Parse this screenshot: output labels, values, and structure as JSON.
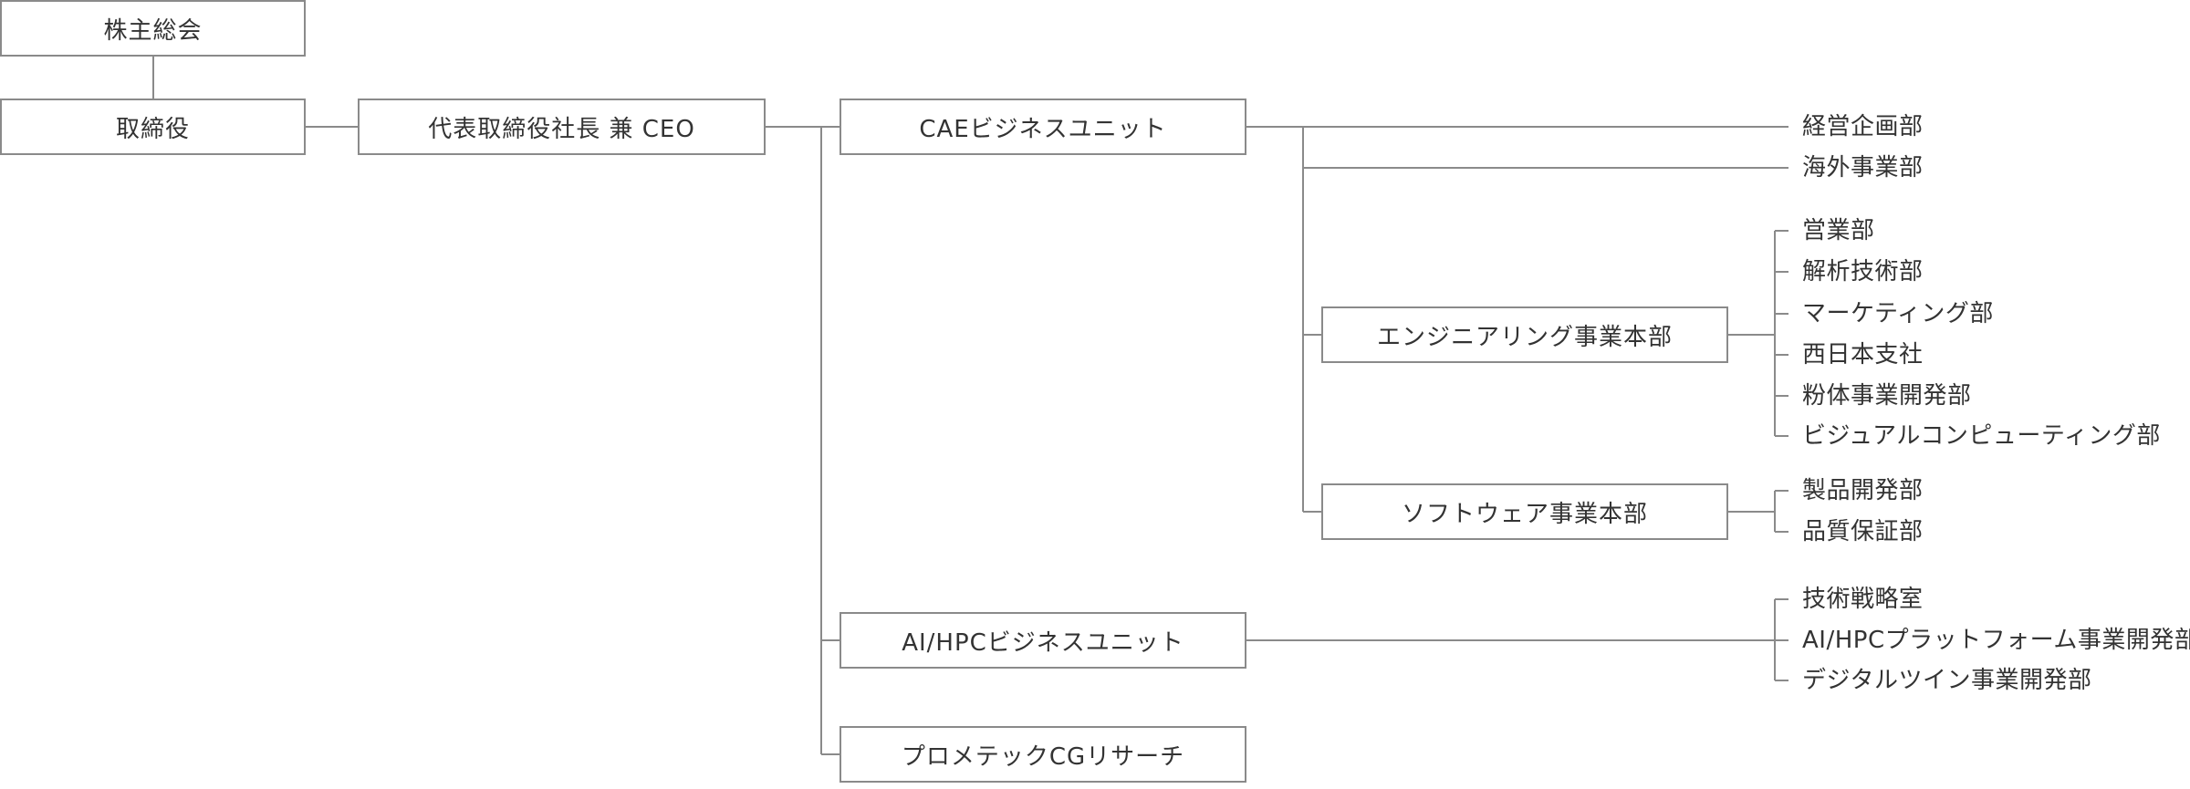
{
  "shareholders": "株主総会",
  "board": "取締役",
  "ceo": "代表取締役社長 兼 CEO",
  "cae_unit": {
    "label": "CAEビジネスユニット",
    "direct_departments": [
      "経営企画部",
      "海外事業部"
    ],
    "engineering": {
      "label": "エンジニアリング事業本部",
      "departments": [
        "営業部",
        "解析技術部",
        "マーケティング部",
        "西日本支社",
        "粉体事業開発部",
        "ビジュアルコンピューティング部"
      ]
    },
    "software": {
      "label": "ソフトウェア事業本部",
      "departments": [
        "製品開発部",
        "品質保証部"
      ]
    }
  },
  "ai_hpc_unit": {
    "label": "AI/HPCビジネスユニット",
    "departments": [
      "技術戦略室",
      "AI/HPCプラットフォーム事業開発部",
      "デジタルツイン事業開発部"
    ]
  },
  "cg_research": "プロメテックCGリサーチ",
  "colors": {
    "line": "#8a8a8a",
    "border": "#8a8a8a",
    "text": "#333333"
  }
}
